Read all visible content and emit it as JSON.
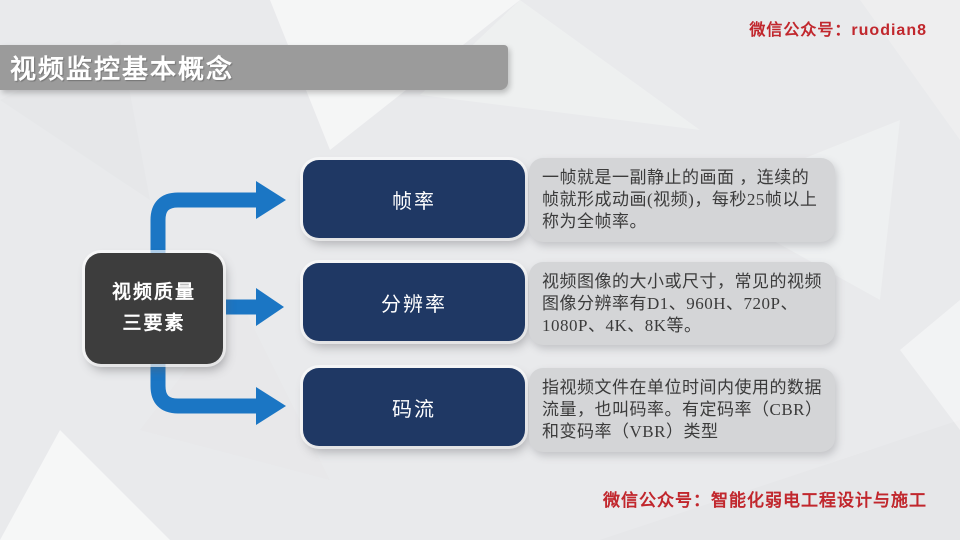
{
  "slide": {
    "watermark_top": "微信公众号：ruodian8",
    "watermark_bottom": "微信公众号：智能化弱电工程设计与施工",
    "title": "视频监控基本概念",
    "center_node": {
      "line1": "视频质量",
      "line2": "三要素"
    },
    "items": [
      {
        "label": "帧率",
        "description": "一帧就是一副静止的画面 ，连续的帧就形成动画(视频)，每秒25帧以上称为全帧率。"
      },
      {
        "label": "分辨率",
        "description": "视频图像的大小或尺寸，常见的视频图像分辨率有D1、960H、720P、1080P、4K、8K等。"
      },
      {
        "label": "码流",
        "description": "指视频文件在单位时间内使用的数据流量，也叫码率。有定码率（CBR）和变码率（VBR）类型"
      }
    ],
    "colors": {
      "accent_blue": "#1b76c4",
      "box_navy": "#1f3864",
      "node_dark": "#3d3d3d",
      "ribbon_gray": "#9b9b9b",
      "panel_gray": "#d4d5d7",
      "text_dark": "#3b3b3b",
      "watermark_red": "#c1272d",
      "background": "#e9eaec"
    }
  }
}
